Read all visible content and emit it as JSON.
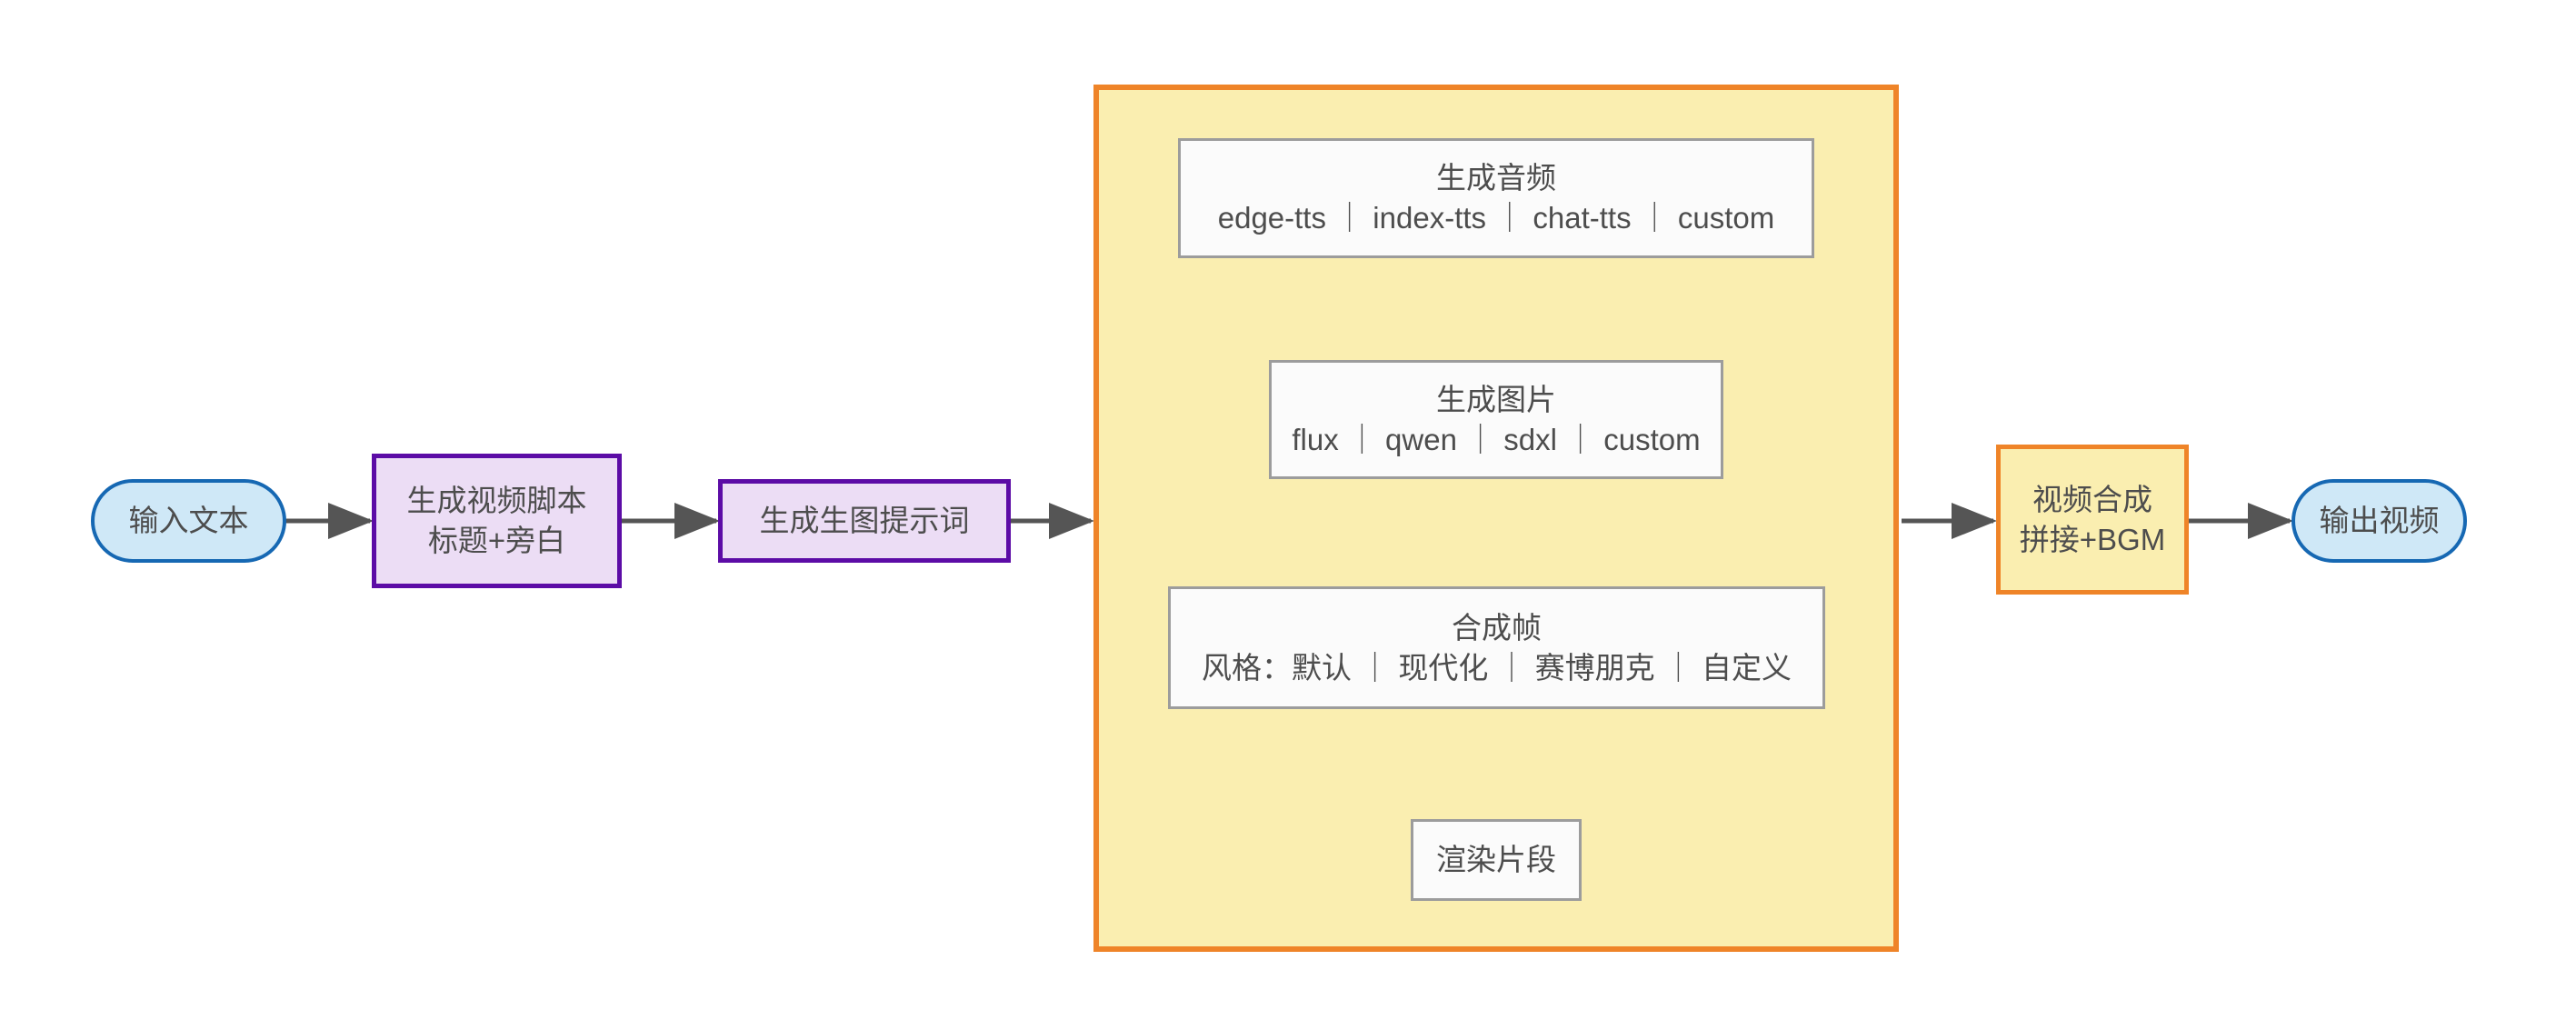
{
  "diagram": {
    "title": "",
    "type": "flowchart",
    "direction": "left-to-right",
    "background": "#ffffff",
    "colors": {
      "terminal_fill": "#cfe8f7",
      "terminal_stroke": "#1668b3",
      "process_fill": "#ecddf5",
      "process_stroke": "#5c0ca6",
      "highlight_fill": "#faeeb0",
      "highlight_stroke": "#ef8428",
      "plain_fill": "#fbfbfb",
      "plain_stroke": "#9c9c9c",
      "edge": "#555555",
      "text": "#4d4d4d"
    }
  },
  "nodes": {
    "input_text": {
      "label": "输入文本"
    },
    "gen_script": {
      "line1": "生成视频脚本",
      "line2": "标题+旁白"
    },
    "gen_prompt": {
      "label": "生成生图提示词"
    },
    "gen_audio": {
      "line1": "生成音频",
      "line2": "edge-tts ｜ index-tts ｜ chat-tts ｜ custom"
    },
    "gen_image": {
      "line1": "生成图片",
      "line2": "flux ｜ qwen ｜ sdxl ｜ custom"
    },
    "compose_frame": {
      "line1": "合成帧",
      "line2": "风格：默认 ｜ 现代化 ｜ 赛博朋克 ｜ 自定义"
    },
    "render_clip": {
      "label": "渲染片段"
    },
    "video_merge": {
      "line1": "视频合成",
      "line2": "拼接+BGM"
    },
    "output_video": {
      "label": "输出视频"
    }
  },
  "subgraph": {
    "label": ""
  },
  "edges": [
    {
      "from": "输入文本",
      "to": "生成视频脚本"
    },
    {
      "from": "生成视频脚本",
      "to": "生成生图提示词"
    },
    {
      "from": "生成生图提示词",
      "to": "生成音频"
    },
    {
      "from": "生成音频",
      "to": "生成图片"
    },
    {
      "from": "生成图片",
      "to": "合成帧"
    },
    {
      "from": "合成帧",
      "to": "渲染片段"
    },
    {
      "from": "渲染片段",
      "to": "视频合成"
    },
    {
      "from": "视频合成",
      "to": "输出视频"
    }
  ]
}
